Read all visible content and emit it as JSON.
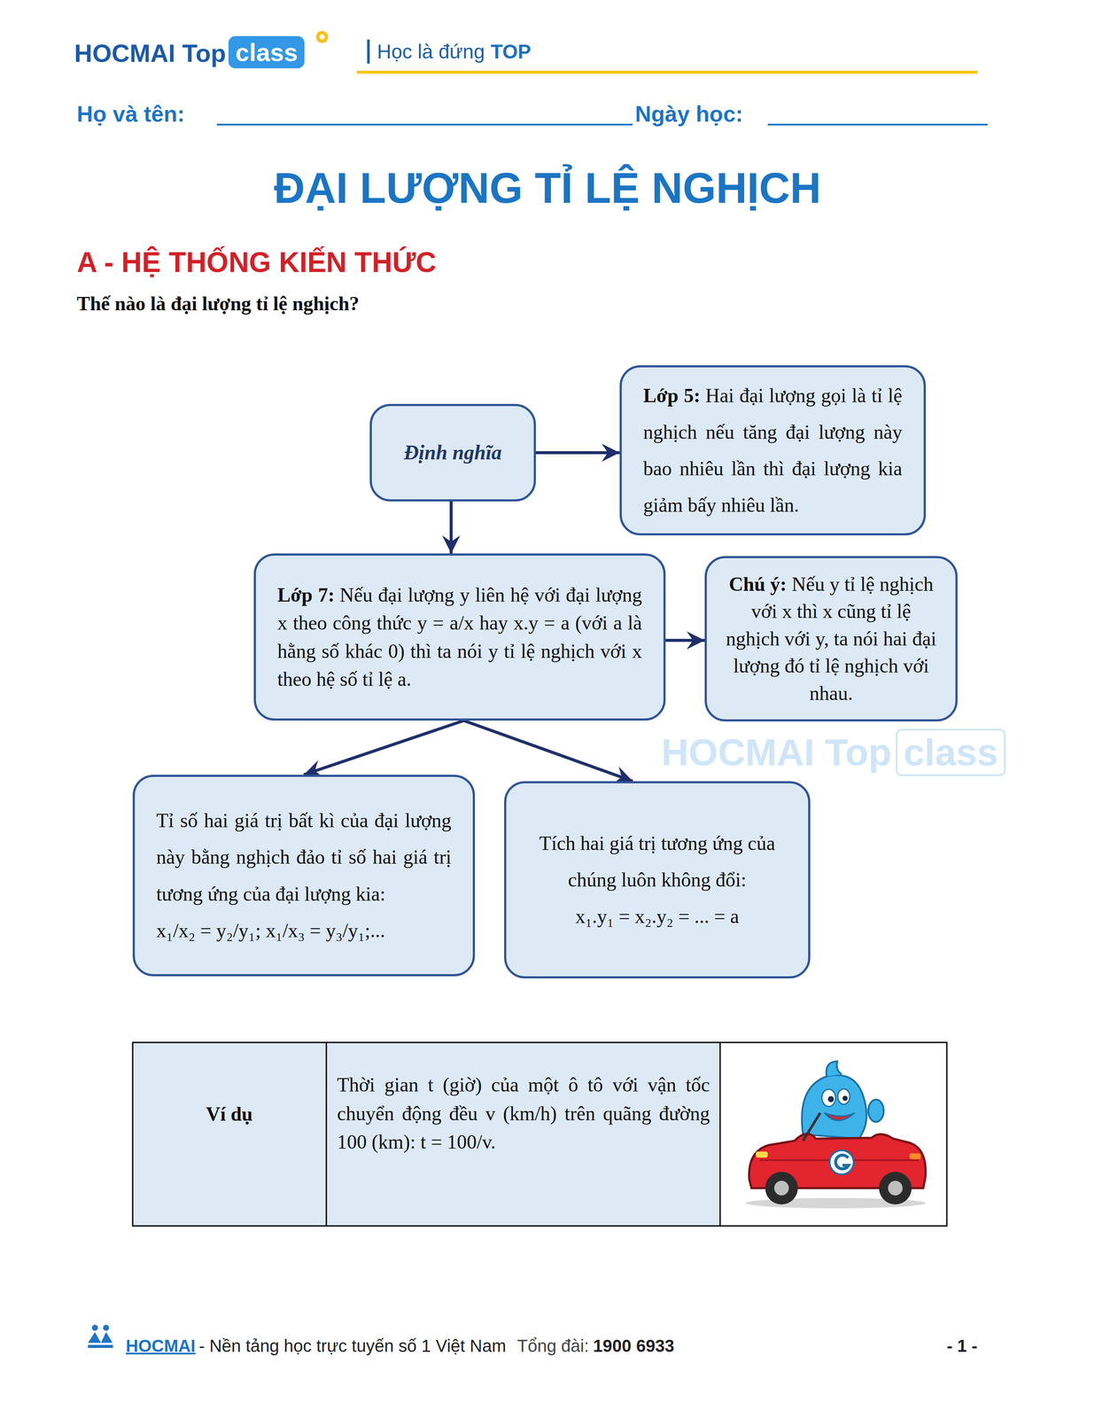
{
  "diagram": {
    "title": "ĐẠI LƯỢNG TỈ LỆ NGHỊCH",
    "nodes": [
      {
        "text": [
          "Định nghĩa"
        ]
      },
      {
        "text": [
          "Lớp 5:",
          "Hai đại lượng gọi là tỉ lệ nghịch nếu tăng đại lượng này bao nhiêu lần thì đại lượng kia giảm bấy nhiêu lần."
        ]
      },
      {
        "text": [
          "Lớp 7:",
          "Nếu đại lượng y liên hệ với đại lượng x theo công thức y = a/x hay x.y = a (với a là hằng số khác 0) thì ta nói y tỉ lệ nghịch với x theo hệ số tỉ lệ a."
        ]
      },
      {
        "text": [
          "Chú ý:",
          "Nếu y tỉ lệ nghịch với x thì x cũng tỉ lệ nghịch với y, ta nói hai đại lượng đó tỉ lệ nghịch với nhau."
        ]
      },
      {
        "text": [
          "Tỉ số hai giá trị bất kì của đại lượng này bằng nghịch đảo tỉ số hai giá trị tương ứng của đại lượng kia:",
          "x₁/x₂ = y₂/y₁; x₁/x₃ = y₃/y₁;..."
        ]
      },
      {
        "text": [
          "Tích hai giá trị tương ứng của chúng luôn không đổi:",
          "x₁.y₁ = x₂.y₂ = ... = a"
        ]
      }
    ],
    "edges": [
      {
        "from": 0,
        "to": 1,
        "arrow": "to"
      },
      {
        "from": 0,
        "to": 2,
        "arrow": "to"
      },
      {
        "from": 2,
        "to": 3,
        "arrow": "to"
      },
      {
        "from": 2,
        "to": 4,
        "arrow": "to"
      },
      {
        "from": 2,
        "to": 5,
        "arrow": "to"
      }
    ],
    "labels": [
      "HOCMAI Top",
      "class",
      "Học là đứng",
      "TOP",
      "Họ và tên:",
      "Ngày học:",
      "A - HỆ THỐNG KIẾN THỨC",
      "Thế nào là đại lượng tỉ lệ nghịch?",
      "Ví dụ",
      "Thời gian t (giờ) của một ô tô với vận tốc chuyển động đều v (km/h) trên quãng đường 100 (km): t = 100/v.",
      "HOCMAI",
      "- Nền tảng học trực tuyến số 1 Việt Nam",
      "Tổng đài:",
      "1900 6933",
      "- 1 -",
      "HOCMAI Top",
      "class"
    ]
  }
}
